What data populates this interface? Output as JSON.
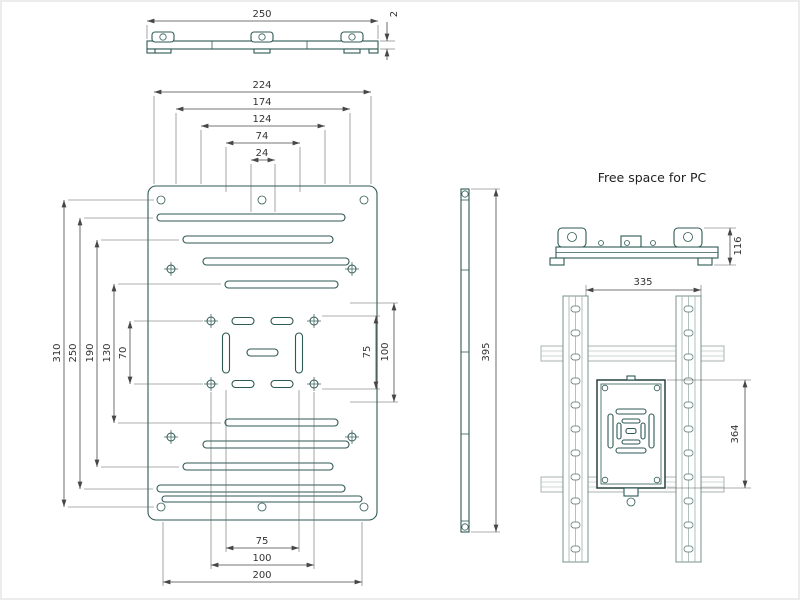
{
  "drawing": {
    "label_free_space": "Free space for PC",
    "colors": {
      "part_line": "#2f5a54",
      "dim_line": "#474747",
      "rail": "#78908c"
    },
    "top_view": {
      "width": "250",
      "thickness": "2"
    },
    "front_view": {
      "top": {
        "d1": "224",
        "d2": "174",
        "d3": "124",
        "d4": "74",
        "d5": "24"
      },
      "left": {
        "d1": "310",
        "d2": "250",
        "d3": "190",
        "d4": "130",
        "d5": "70"
      },
      "right": {
        "d1": "75",
        "d2": "100"
      },
      "bottom": {
        "d1": "75",
        "d2": "100",
        "d3": "200"
      }
    },
    "side_view": {
      "height": "395"
    },
    "pc_view": {
      "width": "335",
      "height": "364",
      "depth": "116"
    }
  }
}
